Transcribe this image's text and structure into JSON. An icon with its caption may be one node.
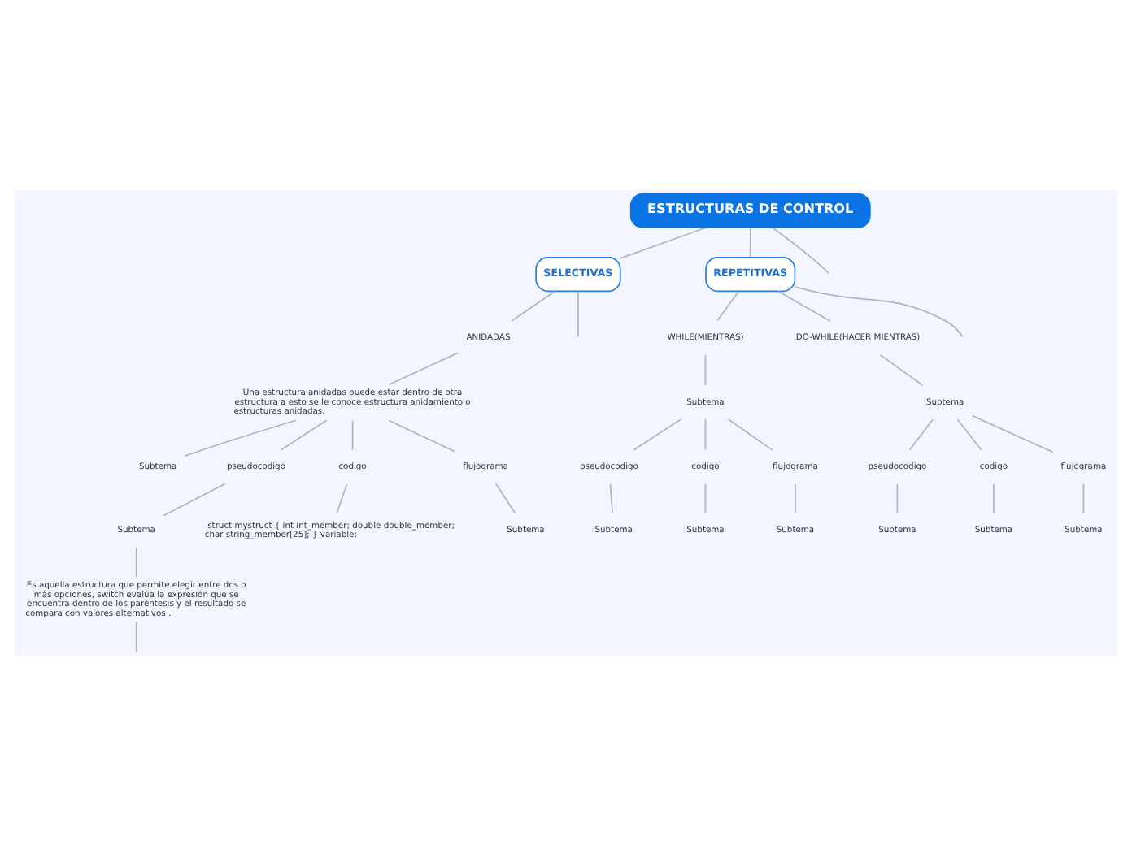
{
  "diagram": {
    "nodes": [
      {
        "text": [
          "ESTRUCTURAS DE CONTROL"
        ]
      },
      {
        "text": [
          "SELECTIVAS"
        ]
      },
      {
        "text": [
          "REPETITIVAS"
        ]
      },
      {
        "text": [
          "ANIDADAS"
        ]
      },
      {
        "text": [
          "Una estructura anidadas puede estar dentro de otra estructura a esto se le conoce estructura anidamiento o estructuras anidadas."
        ]
      },
      {
        "text": [
          "Subtema"
        ]
      },
      {
        "text": [
          "pseudocodigo"
        ]
      },
      {
        "text": [
          "codigo"
        ]
      },
      {
        "text": [
          "flujograma"
        ]
      },
      {
        "text": [
          "Subtema"
        ]
      },
      {
        "text": [
          "struct mystruct { int int_member; double double_member; char string_member[25]; } variable;"
        ]
      },
      {
        "text": [
          "Subtema"
        ]
      },
      {
        "text": [
          "Es aquella estructura que permite elegir entre dos o más opciones, switch evalúa la expresión que se encuentra dentro de los paréntesis y el resultado se compara con valores alternativos ."
        ]
      },
      {
        "text": [
          "WHILE(MIENTRAS)"
        ]
      },
      {
        "text": [
          "DO-WHILE(HACER MIENTRAS)"
        ]
      },
      {
        "text": [
          "Subtema"
        ]
      },
      {
        "text": [
          "Subtema"
        ]
      },
      {
        "text": [
          "pseudocodigo"
        ]
      },
      {
        "text": [
          "codigo"
        ]
      },
      {
        "text": [
          "flujograma"
        ]
      },
      {
        "text": [
          "pseudocodigo"
        ]
      },
      {
        "text": [
          "codigo"
        ]
      },
      {
        "text": [
          "flujograma"
        ]
      },
      {
        "text": [
          "Subtema"
        ]
      },
      {
        "text": [
          "Subtema"
        ]
      },
      {
        "text": [
          "Subtema"
        ]
      },
      {
        "text": [
          "Subtema"
        ]
      },
      {
        "text": [
          "Subtema"
        ]
      },
      {
        "text": [
          "Subtema"
        ]
      }
    ],
    "edges": [
      {
        "from": 0,
        "to": null,
        "arrow": "none"
      },
      {
        "from": 0,
        "to": 1,
        "arrow": "none"
      },
      {
        "from": 0,
        "to": 2,
        "arrow": "none"
      },
      {
        "from": 1,
        "to": null,
        "arrow": "none"
      },
      {
        "from": 1,
        "to": 3,
        "arrow": "none"
      },
      {
        "from": 3,
        "to": 4,
        "arrow": "none"
      },
      {
        "from": 4,
        "to": 5,
        "arrow": "none"
      },
      {
        "from": 4,
        "to": 6,
        "arrow": "none"
      },
      {
        "from": 4,
        "to": 7,
        "arrow": "none"
      },
      {
        "from": 4,
        "to": 8,
        "arrow": "none"
      },
      {
        "from": 6,
        "to": 9,
        "arrow": "none"
      },
      {
        "from": 7,
        "to": 10,
        "arrow": "none"
      },
      {
        "from": 8,
        "to": 11,
        "arrow": "none"
      },
      {
        "from": 9,
        "to": 12,
        "arrow": "none"
      },
      {
        "from": 12,
        "to": null,
        "arrow": "none"
      },
      {
        "from": 2,
        "to": 13,
        "arrow": "none"
      },
      {
        "from": 2,
        "to": 14,
        "arrow": "none"
      },
      {
        "from": 2,
        "to": null,
        "arrow": "none"
      },
      {
        "from": 13,
        "to": 15,
        "arrow": "none"
      },
      {
        "from": 14,
        "to": 16,
        "arrow": "none"
      },
      {
        "from": 15,
        "to": 17,
        "arrow": "none"
      },
      {
        "from": 15,
        "to": 18,
        "arrow": "none"
      },
      {
        "from": 15,
        "to": 19,
        "arrow": "none"
      },
      {
        "from": 16,
        "to": 20,
        "arrow": "none"
      },
      {
        "from": 16,
        "to": 21,
        "arrow": "none"
      },
      {
        "from": 16,
        "to": 22,
        "arrow": "none"
      },
      {
        "from": 17,
        "to": 23,
        "arrow": "none"
      },
      {
        "from": 18,
        "to": 24,
        "arrow": "none"
      },
      {
        "from": 19,
        "to": 25,
        "arrow": "none"
      },
      {
        "from": 20,
        "to": 26,
        "arrow": "none"
      },
      {
        "from": 21,
        "to": 27,
        "arrow": "none"
      },
      {
        "from": 22,
        "to": 28,
        "arrow": "none"
      }
    ]
  }
}
